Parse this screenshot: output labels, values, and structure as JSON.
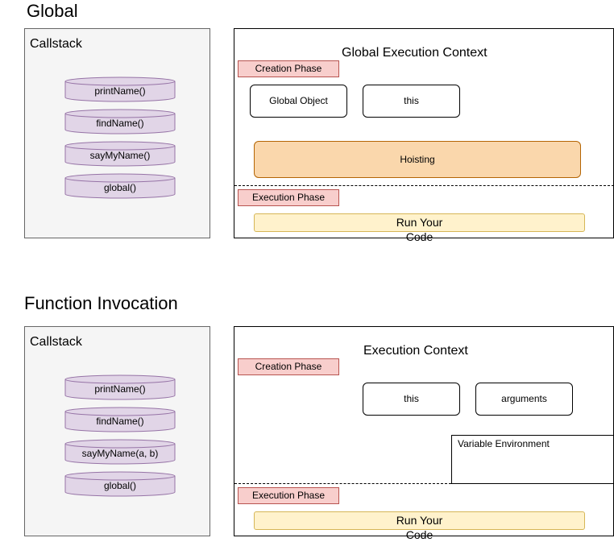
{
  "global": {
    "title": "Global",
    "callstack": {
      "title": "Callstack",
      "items": [
        "printName()",
        "findName()",
        "sayMyName()",
        "global()"
      ]
    },
    "context": {
      "title": "Global Execution Context",
      "creation_phase": "Creation Phase",
      "boxes": [
        "Global Object",
        "this"
      ],
      "hoisting": "Hoisting",
      "execution_phase": "Execution Phase",
      "run": "Run Your Code"
    }
  },
  "function": {
    "title": "Function Invocation",
    "callstack": {
      "title": "Callstack",
      "items": [
        "printName()",
        "findName()",
        "sayMyName(a, b)",
        "global()"
      ]
    },
    "context": {
      "title": "Execution Context",
      "creation_phase": "Creation Phase",
      "boxes": [
        "this",
        "arguments"
      ],
      "variable_env": "Variable Environment",
      "execution_phase": "Execution Phase",
      "run": "Run Your Code"
    }
  },
  "colors": {
    "phase_fill": "#f8cecc",
    "phase_border": "#b85450",
    "stack_fill": "#e1d5e7",
    "stack_border": "#9673a6",
    "hoist_fill": "#fad7ac",
    "hoist_border": "#b46504",
    "run_fill": "#fff2cc",
    "run_border": "#d6b656",
    "callstack_fill": "#f5f5f5"
  }
}
